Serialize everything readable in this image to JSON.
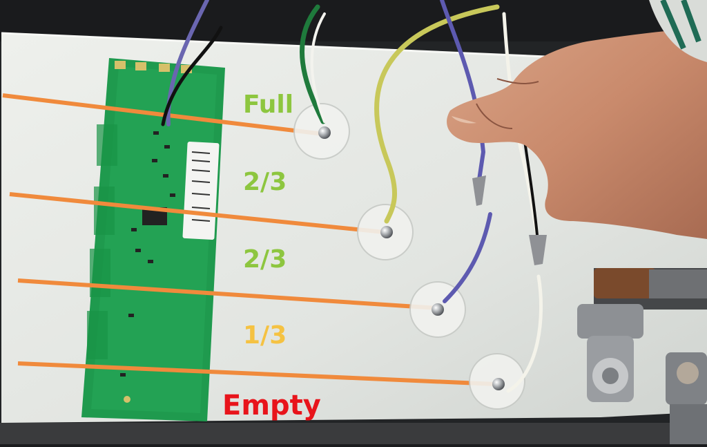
{
  "labels": {
    "full": "Full",
    "two_thirds_upper": "2/3",
    "two_thirds_lower": "2/3",
    "one_third": "1/3",
    "empty": "Empty"
  },
  "colors": {
    "full": "#8dc63f",
    "two_thirds_upper": "#8dc63f",
    "two_thirds_lower": "#8dc63f",
    "one_third": "#f5c242",
    "empty": "#e8141b",
    "level_line": "#f08a3c",
    "tank": "#e6e8e4",
    "circuit_board": "#1f9a4e"
  },
  "photo": {
    "subject": "tank-level-sensor-wiring",
    "sensor_probe_count": 4,
    "icons": [
      "hand",
      "circuit-board",
      "wire-nut",
      "pipe-fitting",
      "sensor-probe"
    ]
  }
}
